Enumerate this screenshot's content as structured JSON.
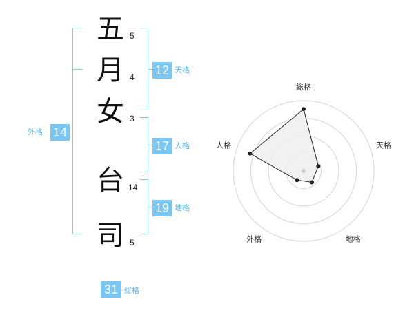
{
  "name_chars": [
    {
      "char": "五",
      "strokes": "5"
    },
    {
      "char": "月",
      "strokes": "4"
    },
    {
      "char": "女",
      "strokes": "3"
    },
    {
      "char": "台",
      "strokes": "14"
    },
    {
      "char": "司",
      "strokes": "5"
    }
  ],
  "fortunes": {
    "tenkaku": {
      "value": "12",
      "label": "天格"
    },
    "jinkaku": {
      "value": "17",
      "label": "人格"
    },
    "chikaku": {
      "value": "19",
      "label": "地格"
    },
    "gaikaku": {
      "value": "14",
      "label": "外格"
    },
    "soukaku": {
      "value": "31",
      "label": "総格"
    }
  },
  "colors": {
    "accent": "#79c7f5",
    "bracket": "#7ec8f0",
    "text": "#111111"
  },
  "chart_data": {
    "type": "radar",
    "axes": [
      "総格",
      "天格",
      "地格",
      "外格",
      "人格"
    ],
    "values": [
      0.88,
      0.22,
      0.2,
      0.16,
      0.8
    ],
    "rings": 4,
    "max": 1
  }
}
